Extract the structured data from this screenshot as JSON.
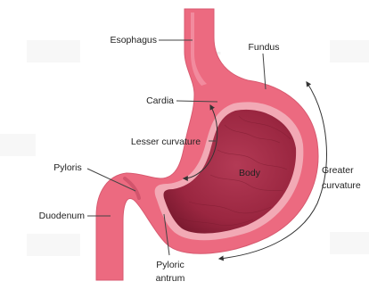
{
  "labels": {
    "esophagus": "Esophagus",
    "fundus": "Fundus",
    "cardia": "Cardia",
    "lesser_curvature": "Lesser curvature",
    "pyloris": "Pyloris",
    "body": "Body",
    "greater_curvature_line1": "Greater",
    "greater_curvature_line2": "curvature",
    "duodenum": "Duodenum",
    "pyloric_antrum_line1": "Pyloric",
    "pyloric_antrum_line2": "antrum"
  },
  "colors": {
    "wall": "#ec6a80",
    "wall_shade": "#dd5a72",
    "inner_rim": "#f2a9b5",
    "lumen": "#a22a44",
    "lumen_dark": "#7c1a30",
    "leader": "#444444",
    "label_text": "#222222"
  }
}
